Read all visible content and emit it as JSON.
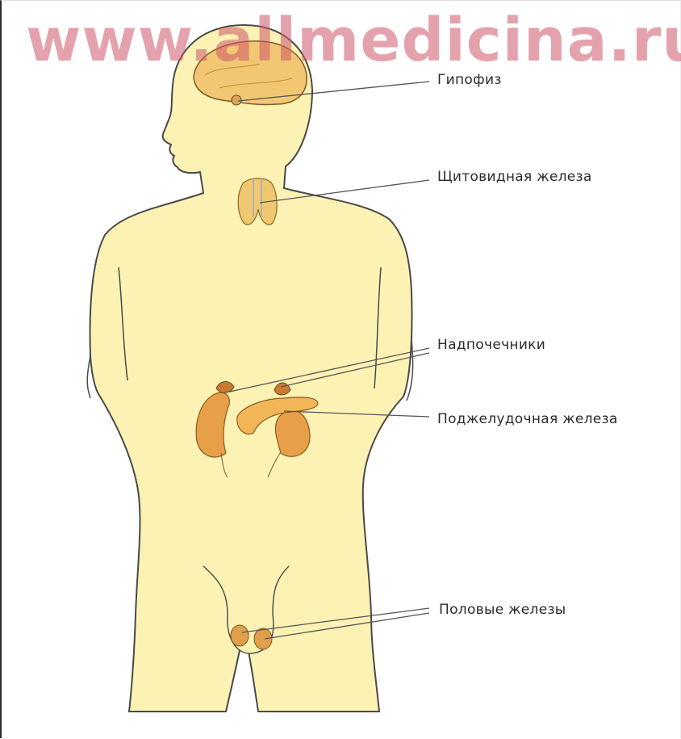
{
  "watermark": "www.allmedicina.ru",
  "labels": {
    "pituitary": "Гипофиз",
    "thyroid": "Щитовидная железа",
    "adrenals": "Надпочечники",
    "pancreas": "Поджелудочная железа",
    "gonads": "Половые железы"
  },
  "colors": {
    "body_fill": "#fbf2b4",
    "outline": "#4a4a4a",
    "gland": "#e6a84c",
    "gland_dark": "#c98a30",
    "leader": "#555555"
  }
}
